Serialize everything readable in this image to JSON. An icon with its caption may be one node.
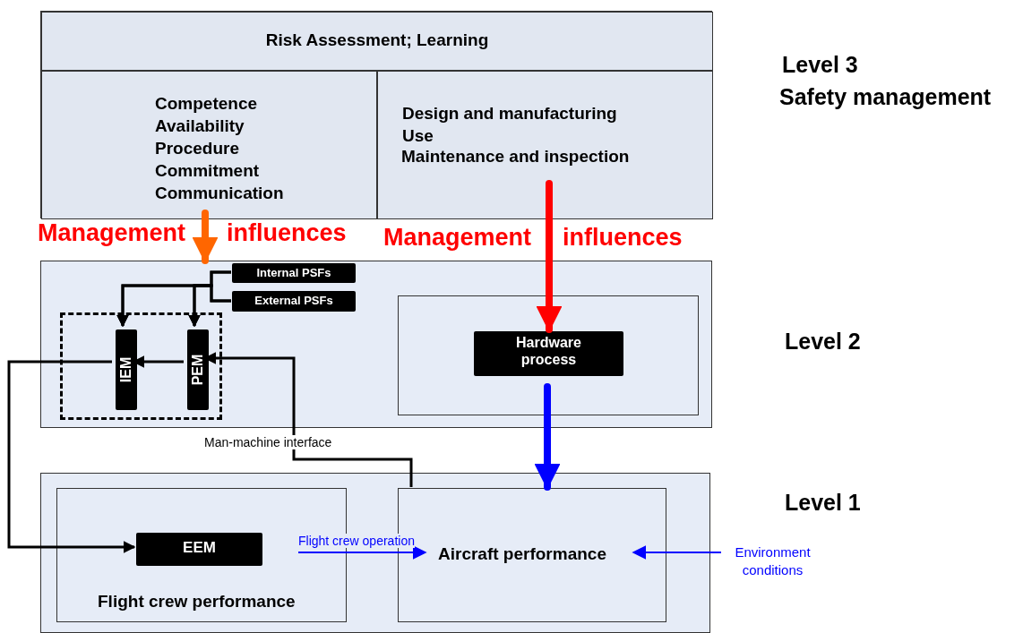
{
  "diagram": {
    "nodes": [
      {
        "text": [],
        "shape": "box"
      },
      {
        "text": [
          "Risk Assessment; Learning"
        ],
        "in": 0
      },
      {
        "text": [
          "Competence",
          "Availability",
          "Procedure",
          "Commitment",
          "Communication"
        ],
        "in": 0
      },
      {
        "text": [
          "Design and manufacturing",
          "Use",
          "Maintenance and inspection"
        ],
        "in": 0
      },
      {
        "text": [],
        "shape": "box"
      },
      {
        "text": [
          "Internal PSFs"
        ],
        "in": 4
      },
      {
        "text": [
          "External PSFs"
        ],
        "in": 4
      },
      {
        "text": [],
        "shape": "box",
        "in": 4
      },
      {
        "text": [
          "IEM"
        ],
        "in": 7
      },
      {
        "text": [
          "PEM"
        ],
        "in": 7
      },
      {
        "text": [],
        "shape": "box",
        "in": 4
      },
      {
        "text": [
          "Hardware process"
        ],
        "in": 10
      },
      {
        "text": [],
        "shape": "box"
      },
      {
        "text": [
          "Flight crew performance"
        ],
        "in": 12
      },
      {
        "text": [
          "EEM"
        ],
        "in": 13
      },
      {
        "text": [
          "Aircraft performance"
        ],
        "in": 12
      },
      {
        "text": [
          "Environment conditions"
        ]
      }
    ],
    "edges": [
      {
        "from": 2,
        "to": 4,
        "arrow": "to",
        "style": "thick",
        "color": "#ff6600"
      },
      {
        "from": 5,
        "to": 8,
        "arrow": "to"
      },
      {
        "from": 5,
        "to": 9,
        "arrow": "to"
      },
      {
        "from": 6,
        "to": 8,
        "arrow": "to"
      },
      {
        "from": 6,
        "to": 9,
        "arrow": "to"
      },
      {
        "from": 9,
        "to": 8,
        "arrow": "to"
      },
      {
        "from": 8,
        "to": 14,
        "arrow": "to"
      },
      {
        "from": 15,
        "to": 9,
        "arrow": "to",
        "label": "Man-machine interface"
      },
      {
        "from": 3,
        "to": 11,
        "arrow": "to",
        "style": "thick",
        "color": "#ff0000"
      },
      {
        "from": 11,
        "to": 15,
        "arrow": "to",
        "style": "thick",
        "color": "#0000ff"
      },
      {
        "from": null,
        "to": 15,
        "arrow": "to",
        "color": "#0000ff",
        "label": "Flight crew operation"
      },
      {
        "from": 16,
        "to": 15,
        "arrow": "to",
        "color": "#0000ff"
      }
    ],
    "labels": [
      "Level 3",
      "Safety management",
      "Management",
      "influences",
      "Management",
      "influences",
      "Level 2",
      "Level 1"
    ]
  }
}
